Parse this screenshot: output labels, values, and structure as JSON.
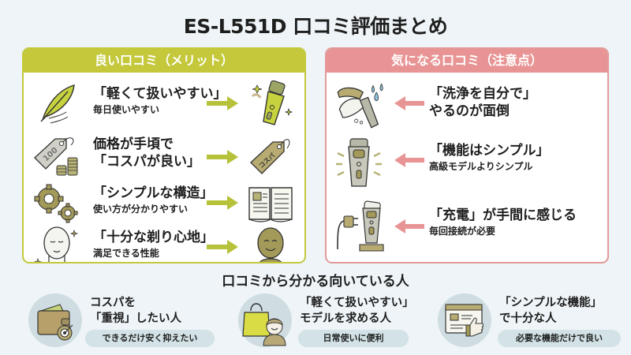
{
  "title": "ES-L551D 口コミ評価まとめ",
  "colors": {
    "background": "#eef4f7",
    "good_accent": "#c4c83a",
    "bad_accent": "#e89494",
    "icon_olive": "#a39a5a",
    "pill_bg": "#d3e2e6",
    "circle_bg": "#cfdde2"
  },
  "good_panel": {
    "header": "良い口コミ（メリット）",
    "items": [
      {
        "main": "「軽くて扱いやすい」",
        "sub": "毎日使いやすい",
        "icon_left": "feather-icon",
        "icon_right": "shaver-icon"
      },
      {
        "main_line1": "価格が手頃で",
        "main_line2": "「コスパが良い」",
        "icon_left": "price-tag-coins-icon",
        "icon_right": "cospa-tag-icon",
        "tag_text": "コスパ",
        "price_text": "100"
      },
      {
        "main": "「シンプルな構造」",
        "sub": "使い方が分かりやすい",
        "icon_left": "gears-icon",
        "icon_right": "open-book-icon"
      },
      {
        "main": "「十分な剃り心地」",
        "sub": "満足できる性能",
        "icon_left": "shaved-head-icon",
        "icon_right": "smiling-head-icon"
      }
    ]
  },
  "bad_panel": {
    "header": "気になる口コミ（注意点）",
    "items": [
      {
        "main_line1": "「洗浄を自分で」",
        "main_line2": "やるのが面倒",
        "icon_left": "cleaning-shaver-icon"
      },
      {
        "main": "「機能はシンプル」",
        "sub": "高級モデルよりシンプル",
        "icon_left": "shaver-glow-icon"
      },
      {
        "main": "「充電」が手間に感じる",
        "sub": "毎回接続が必要",
        "icon_left": "charging-shaver-icon"
      }
    ]
  },
  "targets": {
    "title": "口コミから分かる向いている人",
    "items": [
      {
        "line1": "コスパを",
        "line2": "「重視」したい人",
        "pill": "できるだけ安く抑えたい",
        "icon": "wallet-target-icon"
      },
      {
        "line1": "「軽くて扱いやすい」",
        "line2": "モデルを求める人",
        "pill": "日常使いに便利",
        "icon": "bag-person-icon"
      },
      {
        "line1": "「シンプルな機能」",
        "line2": "で十分な人",
        "pill": "必要な機能だけで良い",
        "icon": "browser-thumbsup-icon"
      }
    ]
  }
}
